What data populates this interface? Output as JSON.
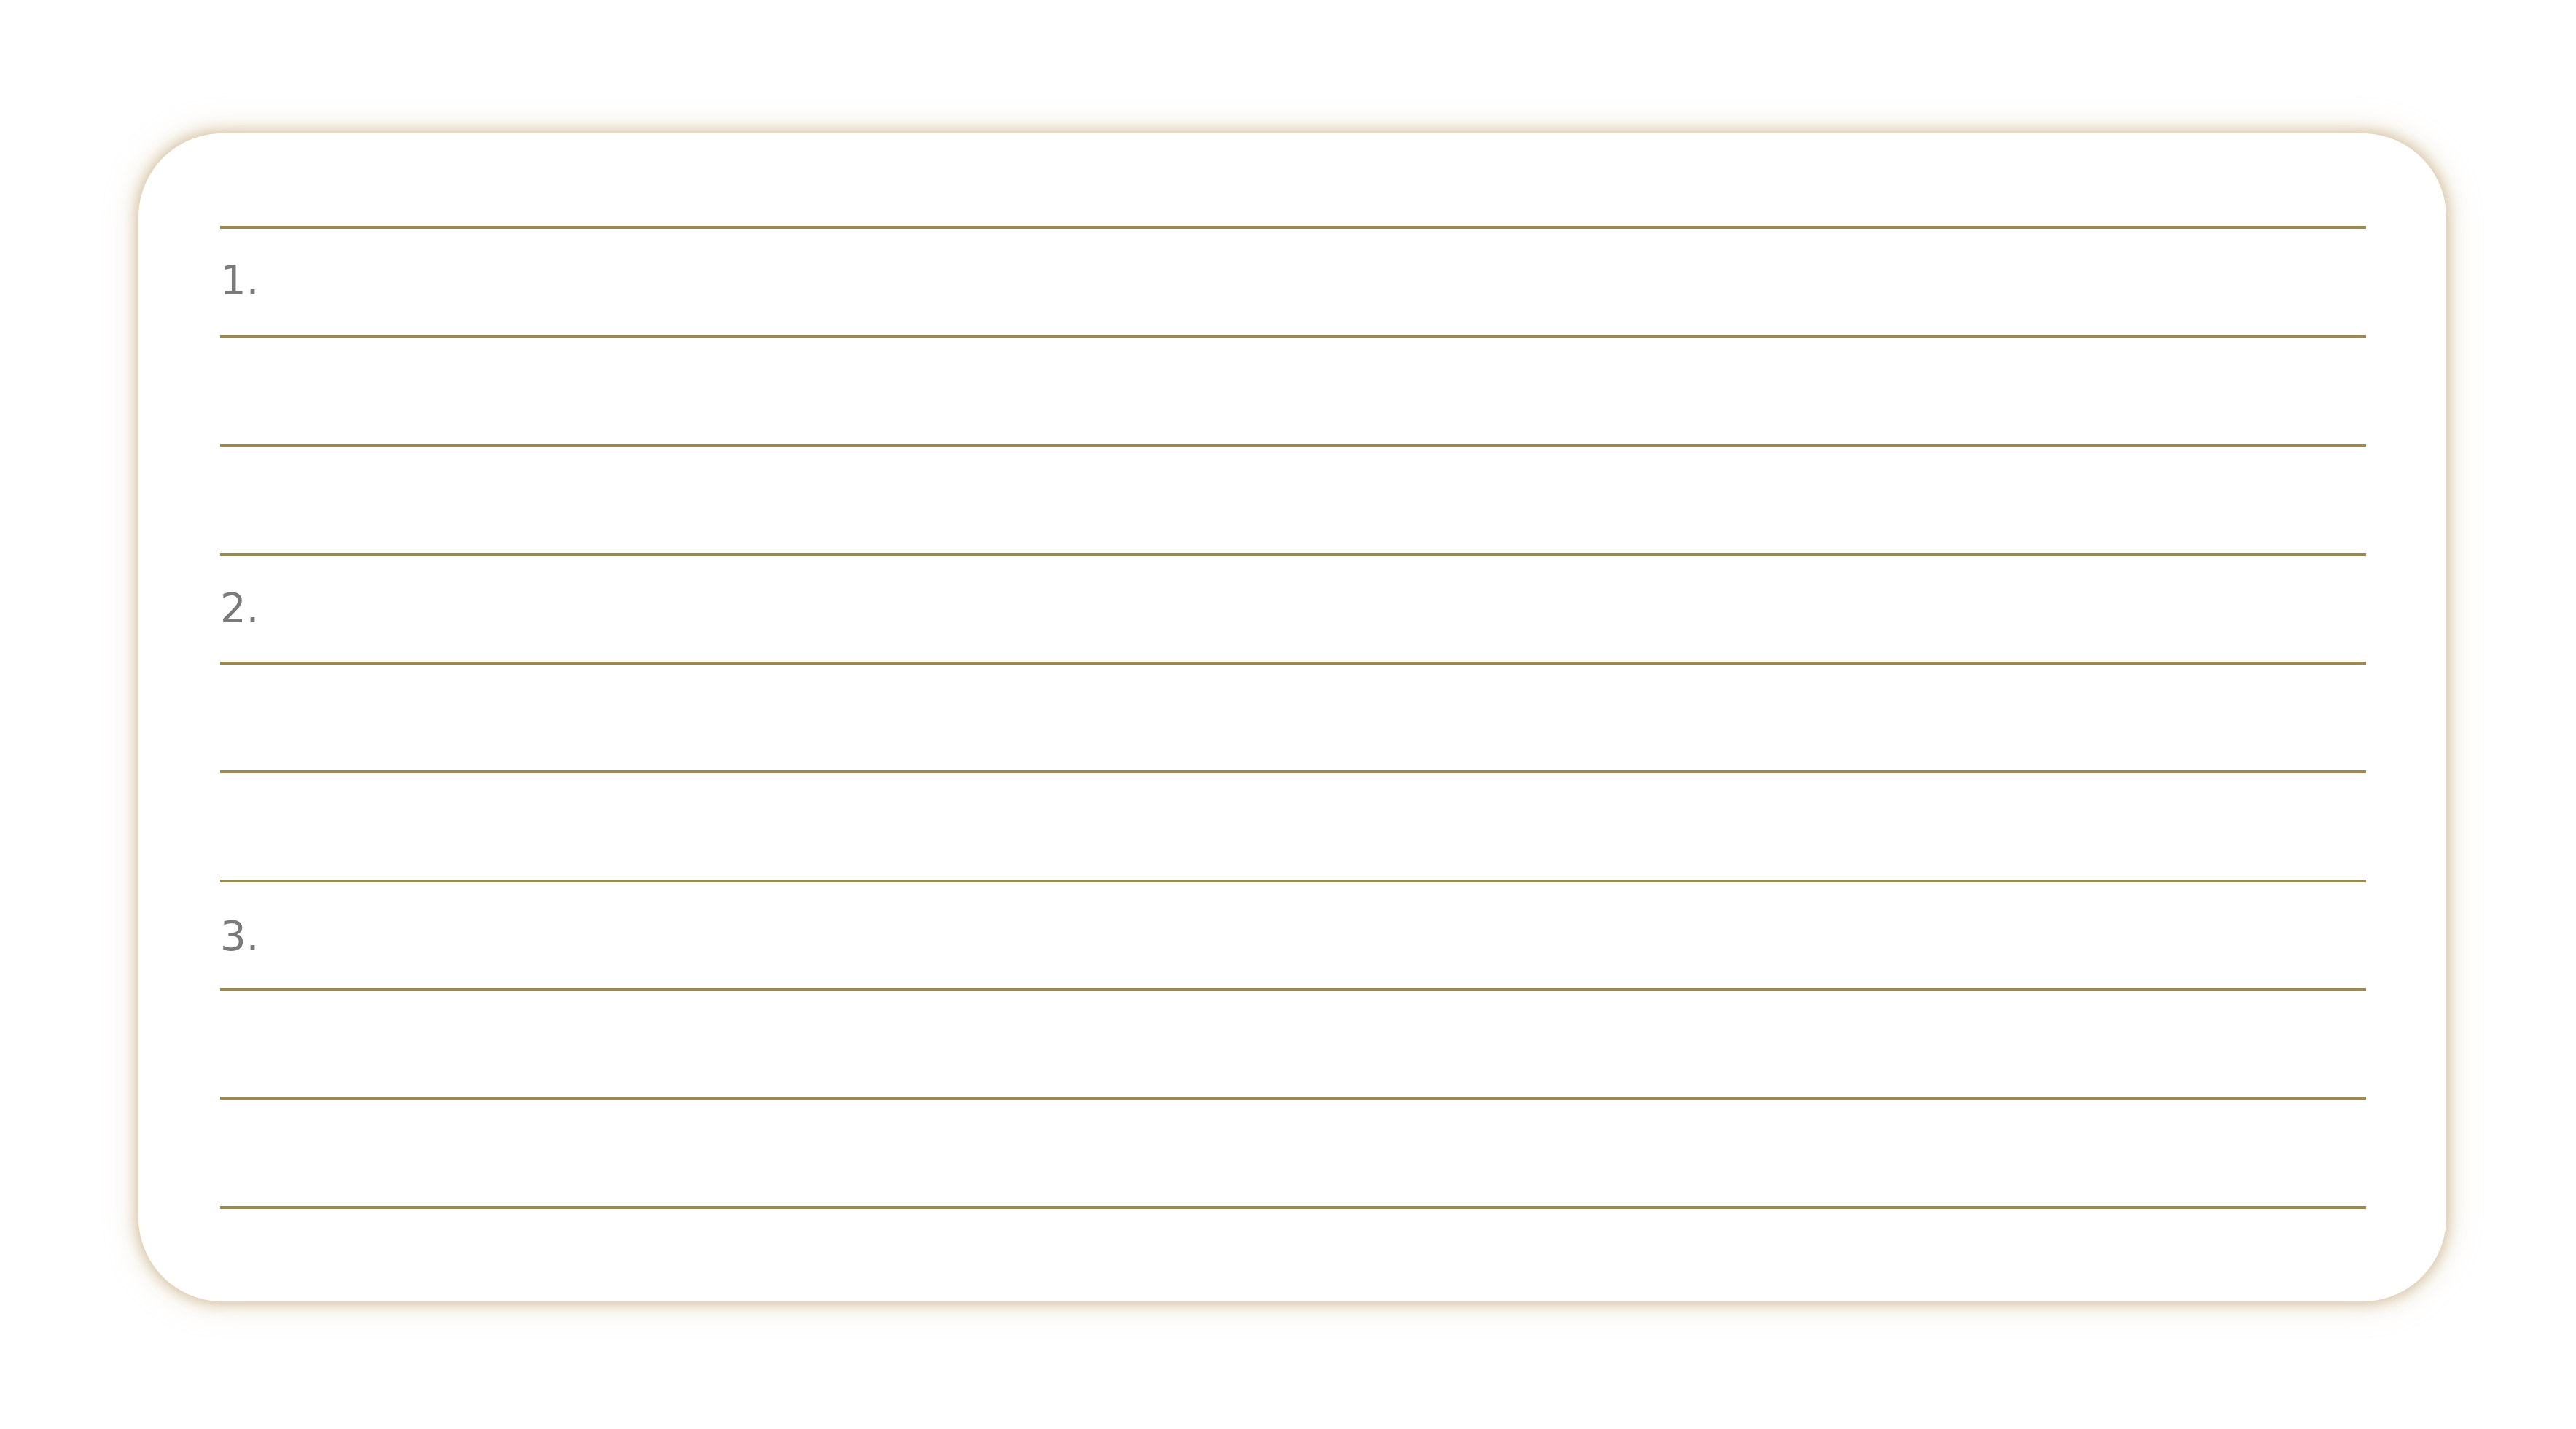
{
  "card": {
    "accent_color": "#9e8750",
    "sections": [
      {
        "number": "1.",
        "line_count": 3
      },
      {
        "number": "2.",
        "line_count": 3
      },
      {
        "number": "3.",
        "line_count": 3
      }
    ]
  }
}
